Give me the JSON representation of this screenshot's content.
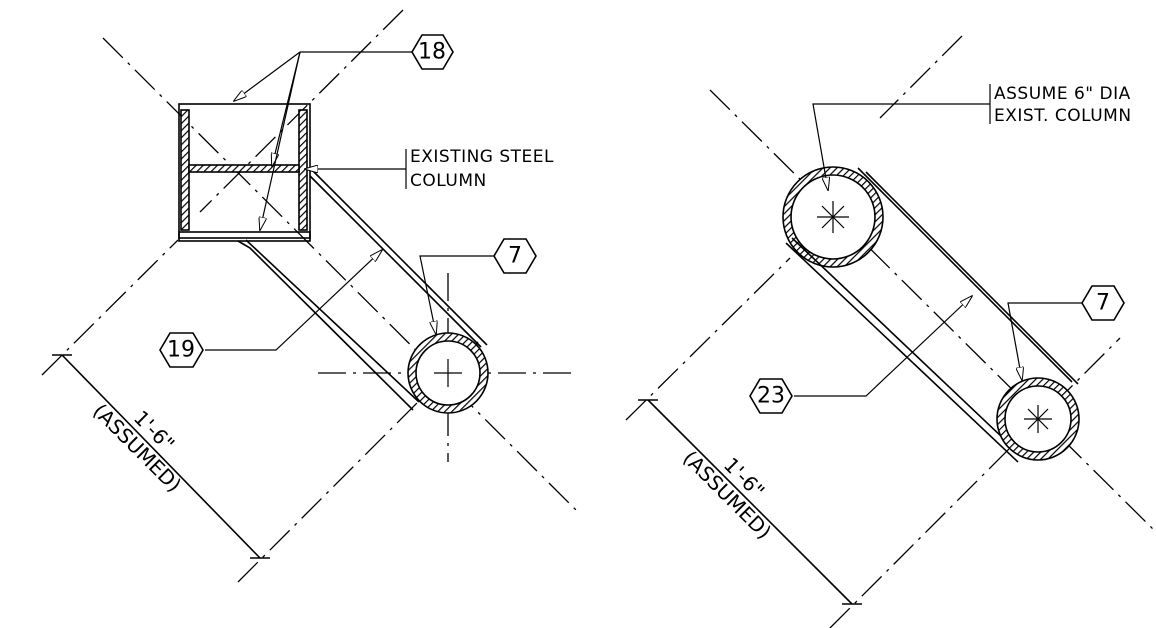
{
  "left_detail": {
    "tags": {
      "top": "18",
      "side": "19",
      "pipe": "7"
    },
    "note": {
      "line1": "EXISTING STEEL",
      "line2": "COLUMN"
    },
    "dimension": {
      "value": "1'-6\"",
      "qualifier": "(ASSUMED)"
    }
  },
  "right_detail": {
    "tags": {
      "side": "23",
      "pipe": "7"
    },
    "note": {
      "line1": "ASSUME 6\" DIA",
      "line2": "EXIST. COLUMN"
    },
    "dimension": {
      "value": "1'-6\"",
      "qualifier": "(ASSUMED)"
    }
  }
}
